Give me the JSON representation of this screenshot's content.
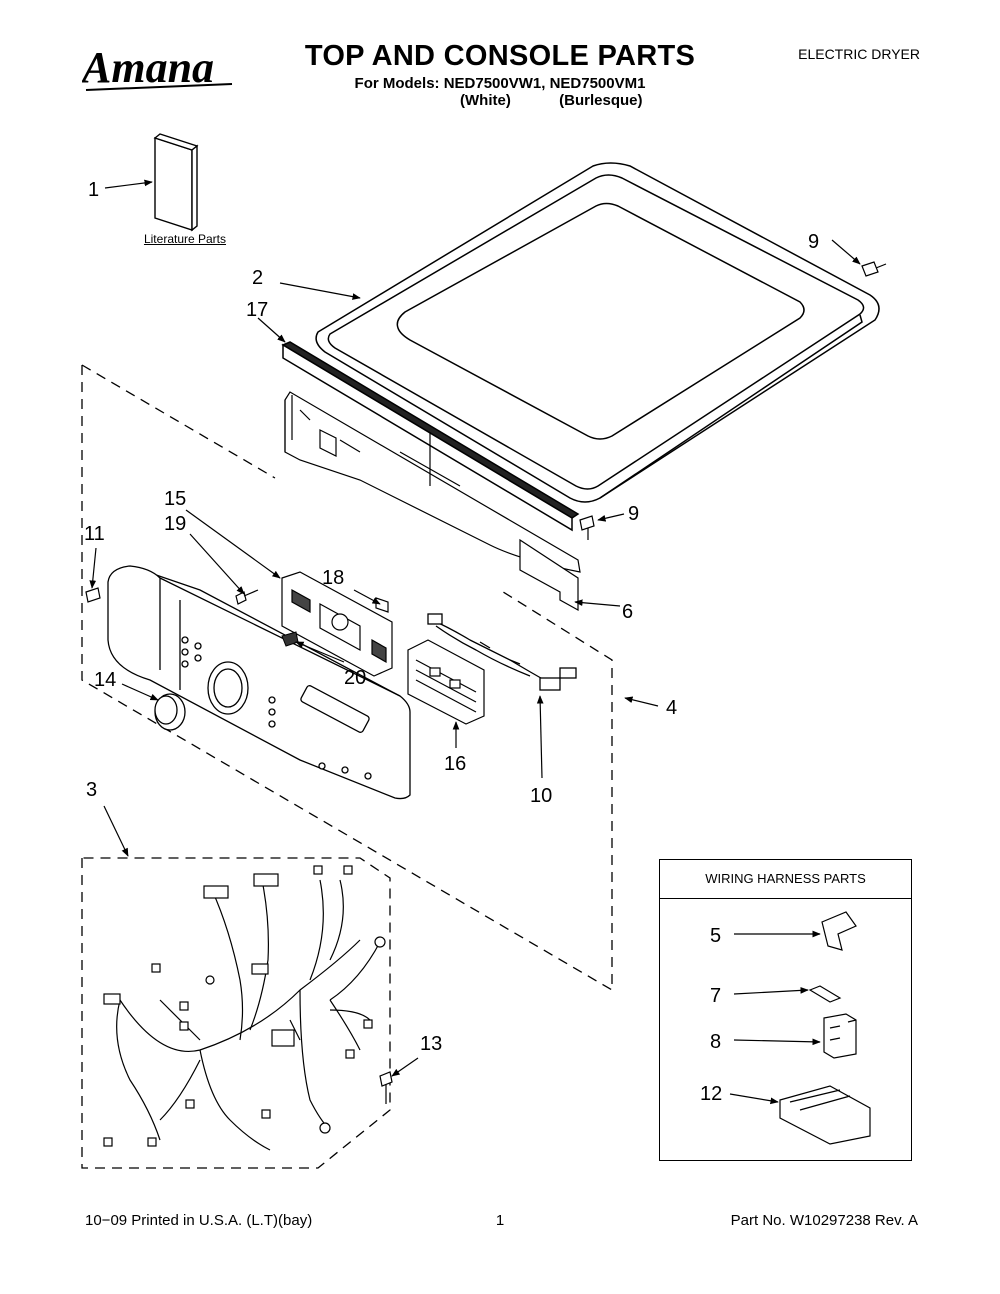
{
  "header": {
    "brand": "Amana",
    "title": "TOP AND CONSOLE PARTS",
    "subtitle": "For Models: NED7500VW1, NED7500VM1",
    "variant_white": "(White)",
    "variant_burlesque": "(Burlesque)",
    "category": "ELECTRIC DRYER"
  },
  "literature_label": "Literature Parts",
  "harness_box": {
    "title": "WIRING HARNESS PARTS"
  },
  "callouts": {
    "c1": "1",
    "c2": "2",
    "c3": "3",
    "c4": "4",
    "c5": "5",
    "c6": "6",
    "c7": "7",
    "c8": "8",
    "c9a": "9",
    "c9b": "9",
    "c10": "10",
    "c11": "11",
    "c12": "12",
    "c13": "13",
    "c14": "14",
    "c15": "15",
    "c16": "16",
    "c17": "17",
    "c18": "18",
    "c19": "19",
    "c20": "20"
  },
  "footer": {
    "printed": "10−09 Printed in U.S.A. (L.T)(bay)",
    "page": "1",
    "part_no": "Part No. W10297238 Rev. A"
  }
}
